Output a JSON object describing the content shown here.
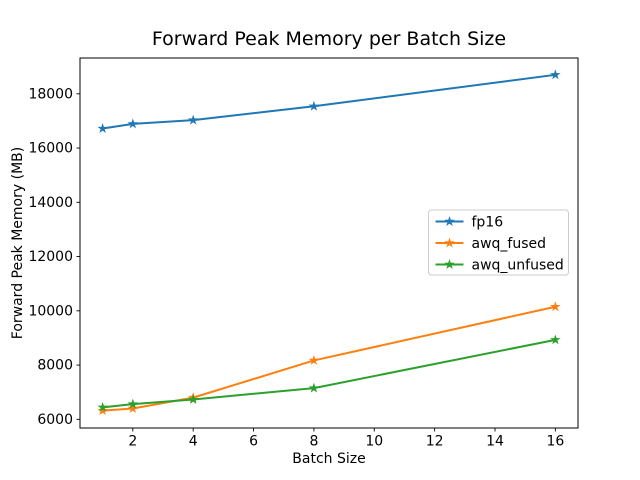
{
  "chart_data": {
    "type": "line",
    "title": "Forward Peak Memory per Batch Size",
    "xlabel": "Batch Size",
    "ylabel": "Forward Peak Memory (MB)",
    "x": [
      1,
      2,
      4,
      8,
      16
    ],
    "series": [
      {
        "name": "fp16",
        "color": "#1f77b4",
        "marker": "star",
        "values": [
          16720,
          16890,
          17030,
          17540,
          18700
        ]
      },
      {
        "name": "awq_fused",
        "color": "#ff7f0e",
        "marker": "star",
        "values": [
          6320,
          6400,
          6800,
          8170,
          10150
        ]
      },
      {
        "name": "awq_unfused",
        "color": "#2ca02c",
        "marker": "star",
        "values": [
          6440,
          6560,
          6730,
          7150,
          8930
        ]
      }
    ],
    "xticks": [
      2,
      4,
      6,
      8,
      10,
      12,
      14,
      16
    ],
    "yticks": [
      6000,
      8000,
      10000,
      12000,
      14000,
      16000,
      18000
    ],
    "xlim": [
      0.25,
      16.75
    ],
    "ylim": [
      5680,
      19320
    ],
    "grid": false,
    "legend": {
      "position": "center right",
      "entries": [
        "fp16",
        "awq_fused",
        "awq_unfused"
      ],
      "border_color": "#cccccc",
      "background": "#ffffff"
    },
    "background": "#ffffff",
    "axis_color": "#000000",
    "text_color": "#000000"
  }
}
